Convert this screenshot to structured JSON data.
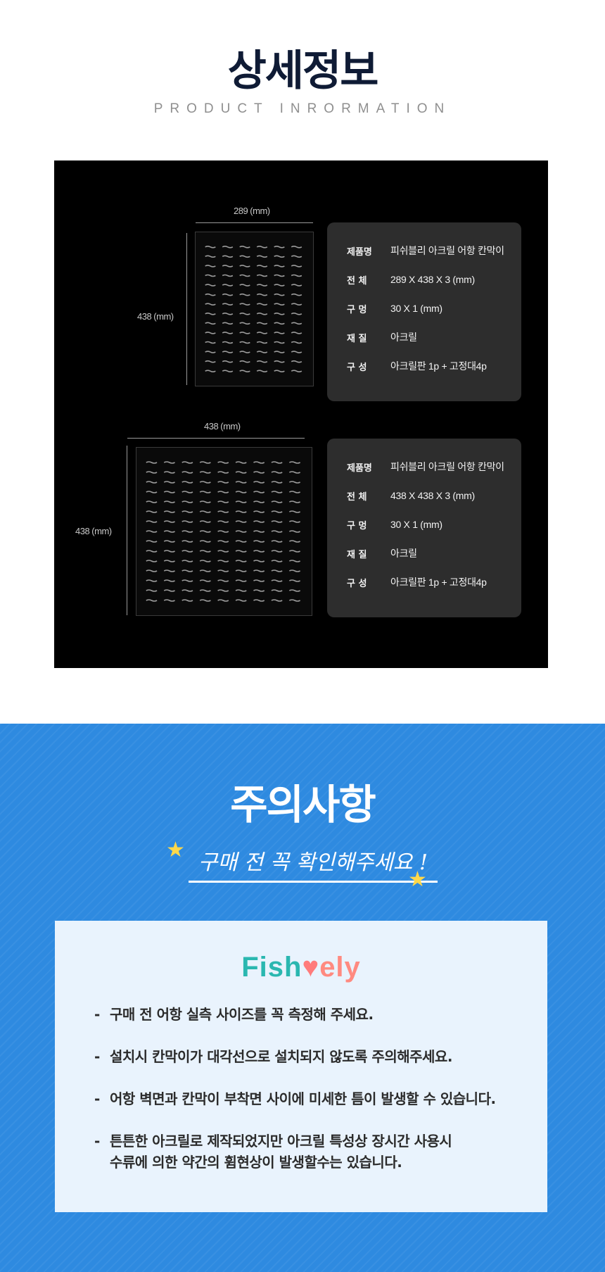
{
  "header": {
    "title": "상세정보",
    "subtitle": "PRODUCT INRORMATION"
  },
  "products": [
    {
      "width_label": "289 (mm)",
      "height_label": "438 (mm)",
      "specs": [
        {
          "key": "제품명",
          "value": "피쉬블리 아크릴 어항 칸막이"
        },
        {
          "key": "전 체",
          "value": "289 X 438 X 3 (mm)"
        },
        {
          "key": "구 멍",
          "value": "30 X 1 (mm)"
        },
        {
          "key": "재 질",
          "value": "아크릴"
        },
        {
          "key": "구 성",
          "value": "아크릴판 1p + 고정대4p"
        }
      ]
    },
    {
      "width_label": "438 (mm)",
      "height_label": "438 (mm)",
      "specs": [
        {
          "key": "제품명",
          "value": "피쉬블리 아크릴 어항 칸막이"
        },
        {
          "key": "전 체",
          "value": "438 X 438 X 3 (mm)"
        },
        {
          "key": "구 멍",
          "value": "30 X 1 (mm)"
        },
        {
          "key": "재 질",
          "value": "아크릴"
        },
        {
          "key": "구 성",
          "value": "아크릴판 1p + 고정대4p"
        }
      ]
    }
  ],
  "caution": {
    "title": "주의사항",
    "subtitle": "구매 전 꼭 확인해주세요 !",
    "logo_part1": "Fish",
    "logo_part2": "ely",
    "notes": [
      {
        "line1": "구매 전 어항 실측 사이즈를 꼭 측정해 주세요."
      },
      {
        "line1": "설치시 칸막이가 대각선으로 설치되지 않도록 주의해주세요."
      },
      {
        "line1": "어항 벽면과 칸막이 부착면 사이에 미세한 틈이 발생할 수 있습니다."
      },
      {
        "line1": "튼튼한 아크릴로 제작되었지만 아크릴 특성상 장시간 사용시",
        "line2": "수류에 의한 약간의 휨현상이 발생할수는 있습니다."
      }
    ]
  },
  "colors": {
    "accent_blue": "#2e8ae0",
    "title_navy": "#0f1b35",
    "logo_teal": "#2ab7b0",
    "logo_coral": "#ff7b7b",
    "star_yellow": "#ffd84a"
  },
  "icons": [
    "star-icon",
    "heart-icon"
  ]
}
